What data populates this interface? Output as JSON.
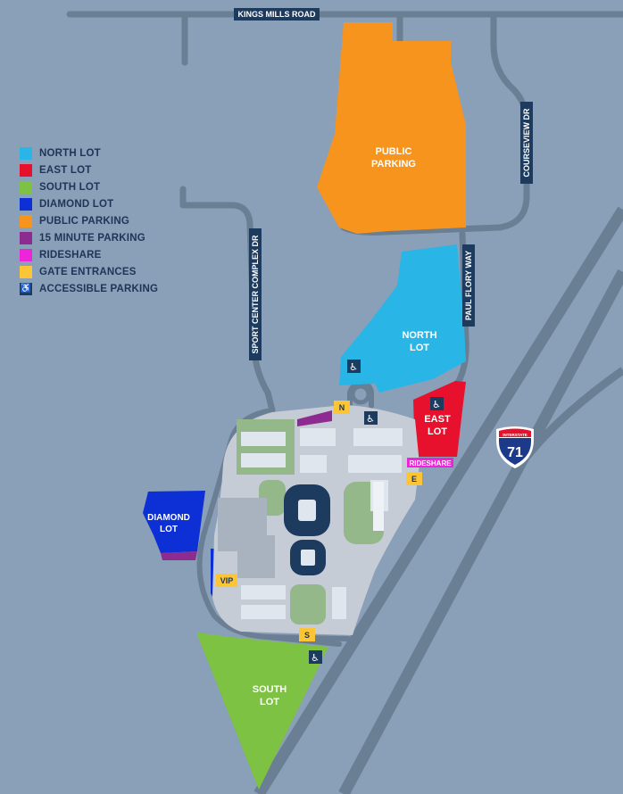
{
  "roads": {
    "kings_mills": "KINGS MILLS ROAD",
    "courseview": "COURSEVIEW DR",
    "sport_center": "SPORT CENTER COMPLEX DR",
    "paul_flory": "PAUL FLORY WAY",
    "interstate_label": "INTERSTATE",
    "interstate_number": "71"
  },
  "lots": {
    "public_l1": "PUBLIC",
    "public_l2": "PARKING",
    "north_l1": "NORTH",
    "north_l2": "LOT",
    "east_l1": "EAST",
    "east_l2": "LOT",
    "diamond_l1": "DIAMOND",
    "diamond_l2": "LOT",
    "south_l1": "SOUTH",
    "south_l2": "LOT",
    "rideshare": "RIDESHARE"
  },
  "gates": {
    "n": "N",
    "e": "E",
    "s": "S",
    "vip": "VIP"
  },
  "accessible_symbol": "♿",
  "legend": [
    {
      "label": "NORTH LOT",
      "color": "#29b6e6"
    },
    {
      "label": "EAST LOT",
      "color": "#e8112d"
    },
    {
      "label": "SOUTH LOT",
      "color": "#7dc242"
    },
    {
      "label": "DIAMOND LOT",
      "color": "#0d2fd6"
    },
    {
      "label": "PUBLIC PARKING",
      "color": "#f7941d"
    },
    {
      "label": "15 MINUTE PARKING",
      "color": "#8e2b91"
    },
    {
      "label": "RIDESHARE",
      "color": "#ec25d8"
    },
    {
      "label": "GATE ENTRANCES",
      "color": "#fcc535"
    },
    {
      "label": "ACCESSIBLE PARKING",
      "color": "#1d3a5f",
      "icon": "♿"
    }
  ]
}
